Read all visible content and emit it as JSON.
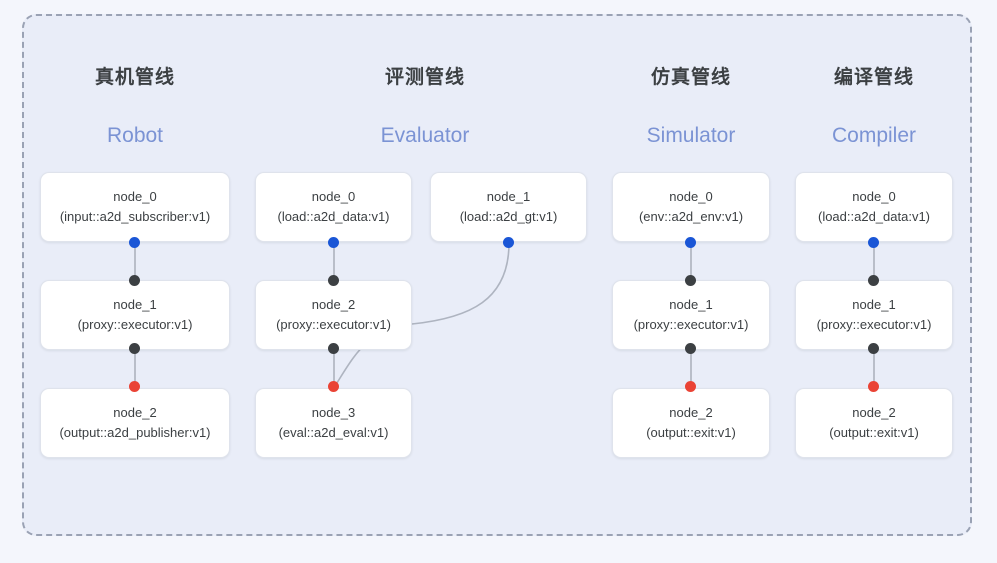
{
  "diagram": {
    "title_hidden": "",
    "background_color": "#f4f6fc",
    "panel_color": "#e9edf8",
    "border_color": "#9aa2b4",
    "accent_blue": "#7b93d4",
    "port_colors": {
      "input": "#1a56d6",
      "middle": "#3c4043",
      "output": "#ea4335"
    }
  },
  "columns": [
    {
      "id": "robot",
      "title_cn": "真机管线",
      "title_en": "Robot",
      "nodes": [
        {
          "name": "node_0",
          "type": "(input::a2d_subscriber:v1)"
        },
        {
          "name": "node_1",
          "type": "(proxy::executor:v1)"
        },
        {
          "name": "node_2",
          "type": "(output::a2d_publisher:v1)"
        }
      ]
    },
    {
      "id": "evaluator",
      "title_cn": "评测管线",
      "title_en": "Evaluator",
      "nodes": [
        {
          "name": "node_0",
          "type": "(load::a2d_data:v1)"
        },
        {
          "name": "node_1",
          "type": "(load::a2d_gt:v1)"
        },
        {
          "name": "node_2",
          "type": "(proxy::executor:v1)"
        },
        {
          "name": "node_3",
          "type": "(eval::a2d_eval:v1)"
        }
      ]
    },
    {
      "id": "simulator",
      "title_cn": "仿真管线",
      "title_en": "Simulator",
      "nodes": [
        {
          "name": "node_0",
          "type": "(env::a2d_env:v1)"
        },
        {
          "name": "node_1",
          "type": "(proxy::executor:v1)"
        },
        {
          "name": "node_2",
          "type": "(output::exit:v1)"
        }
      ]
    },
    {
      "id": "compiler",
      "title_cn": "编译管线",
      "title_en": "Compiler",
      "nodes": [
        {
          "name": "node_0",
          "type": "(load::a2d_data:v1)"
        },
        {
          "name": "node_1",
          "type": "(proxy::executor:v1)"
        },
        {
          "name": "node_2",
          "type": "(output::exit:v1)"
        }
      ]
    }
  ]
}
